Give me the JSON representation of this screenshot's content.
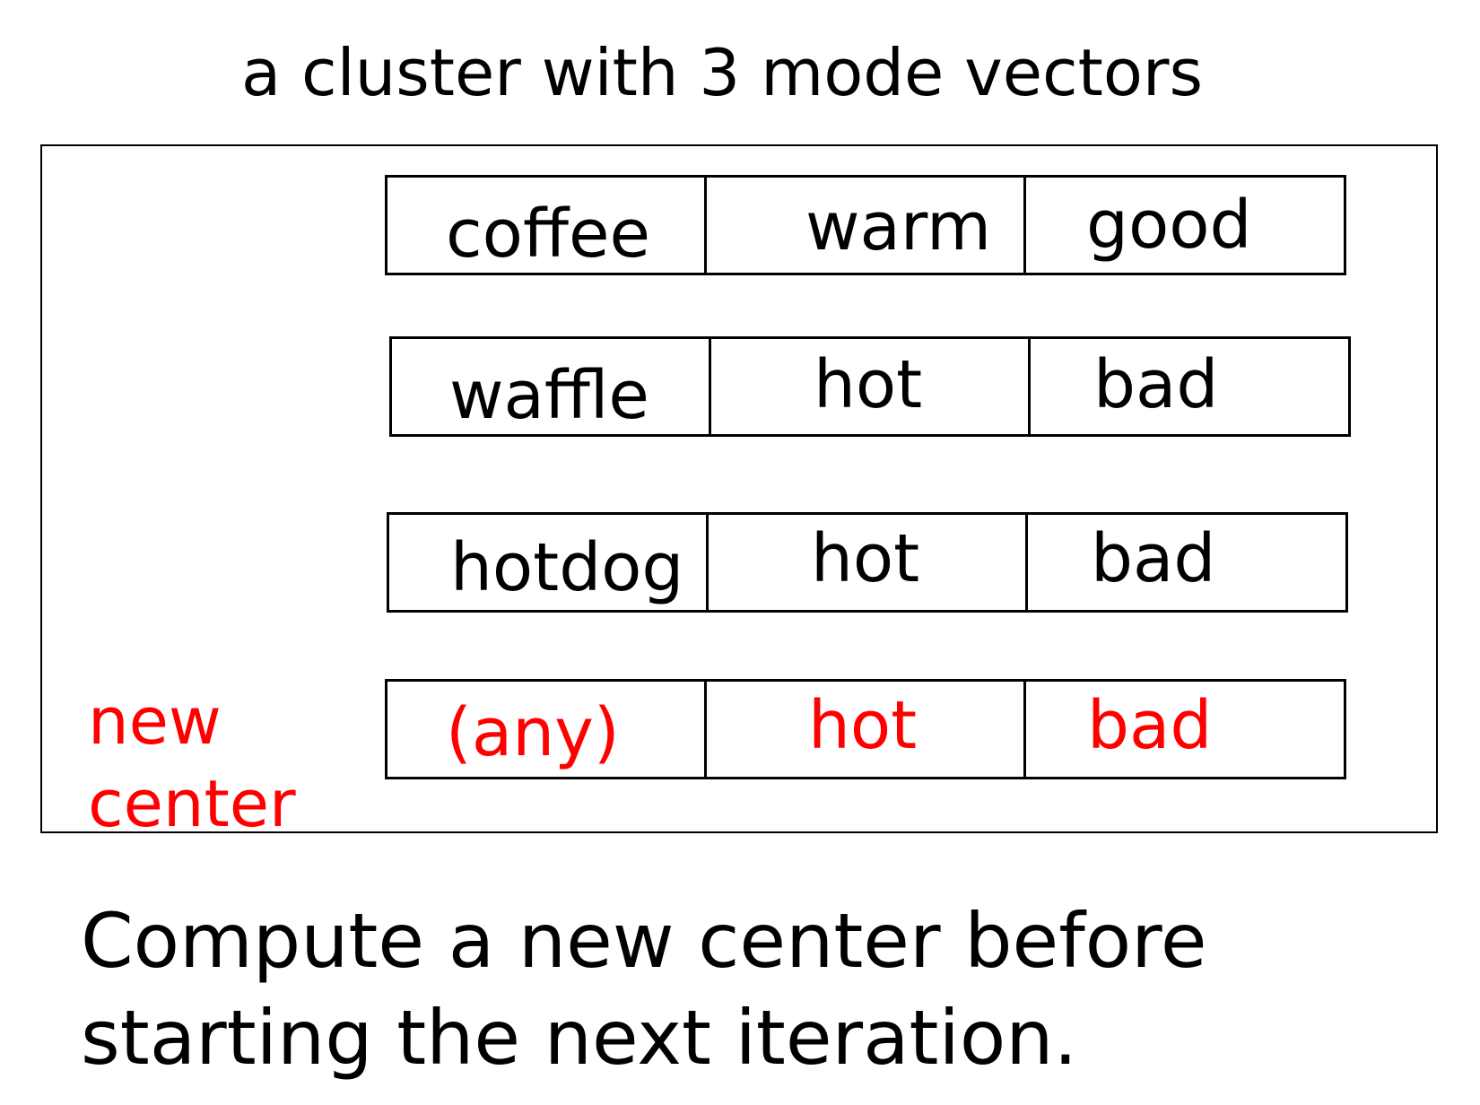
{
  "title": "a cluster with 3 mode vectors",
  "vectors": [
    {
      "f1": "coffee",
      "f2": "warm",
      "f3": "good"
    },
    {
      "f1": "waffle",
      "f2": "hot",
      "f3": "bad"
    },
    {
      "f1": "hotdog",
      "f2": "hot",
      "f3": "bad"
    }
  ],
  "new_center": {
    "label": "new\ncenter",
    "f1": "(any)",
    "f2": "hot",
    "f3": "bad",
    "color": "#ff0000"
  },
  "caption": {
    "line1": "Compute a new center before",
    "line2": "starting the next iteration."
  }
}
